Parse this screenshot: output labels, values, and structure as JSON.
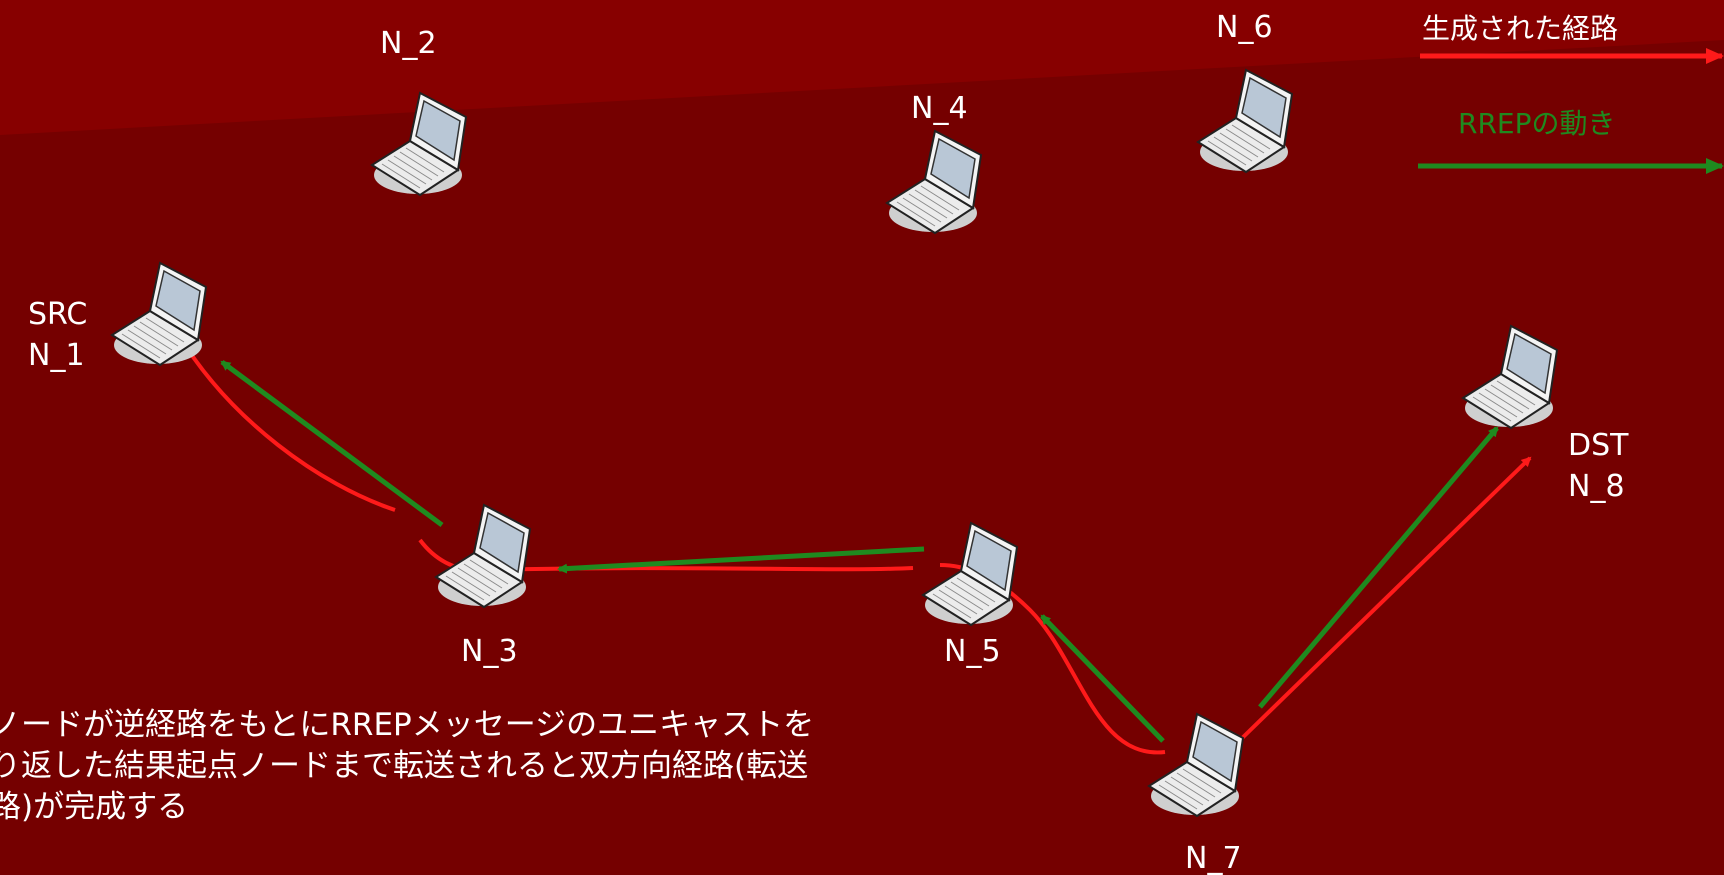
{
  "nodes": {
    "n1": {
      "lines": [
        "SRC",
        "N_1"
      ]
    },
    "n2": {
      "label": "N_2"
    },
    "n3": {
      "label": "N_3"
    },
    "n4": {
      "label": "N_4"
    },
    "n5": {
      "label": "N_5"
    },
    "n6": {
      "label": "N_6"
    },
    "n7": {
      "label": "N_7"
    },
    "n8": {
      "lines": [
        "DST",
        "N_8"
      ]
    }
  },
  "legend": {
    "route_label": "生成された経路",
    "rrep_label": "RREPの動き"
  },
  "caption": {
    "lines": [
      "ノードが逆経路をもとにRREPメッセージのユニキャストを",
      "り返した結果起点ノードまで転送されると双方向経路(転送",
      "路)が完成する"
    ]
  },
  "colors": {
    "background": "#7a0000",
    "route": "#ff1a1a",
    "rrep": "#1f8a1f",
    "text": "#ffffff"
  }
}
